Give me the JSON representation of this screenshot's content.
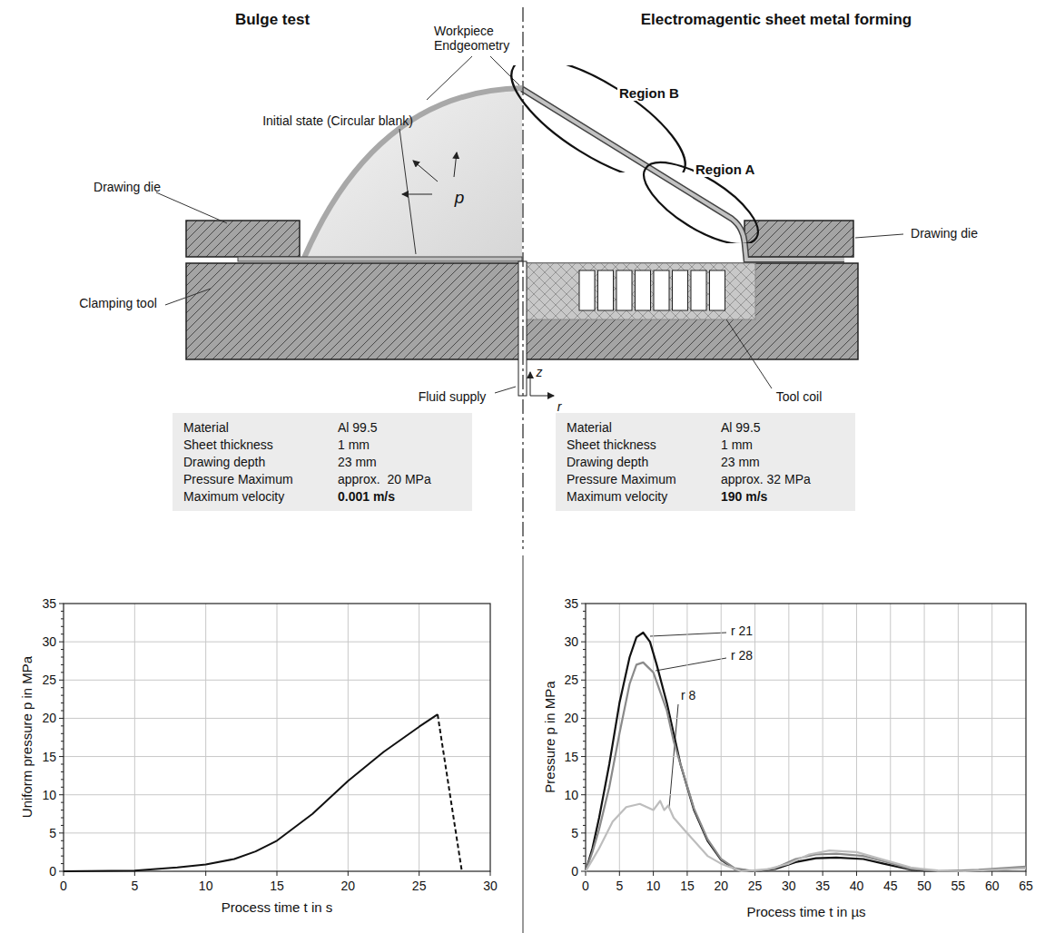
{
  "diagram": {
    "nodes": [
      {
        "text": [
          "Material",
          "Al 99.5",
          "Sheet thickness",
          "1 mm",
          "Drawing depth",
          "23 mm",
          "Pressure Maximum",
          "approx.  20 MPa",
          "Maximum velocity",
          "0.001 m/s"
        ]
      },
      {
        "text": [
          "Material",
          "Al 99.5",
          "Sheet thickness",
          "1 mm",
          "Drawing depth",
          "23 mm",
          "Pressure Maximum",
          "approx. 32 MPa",
          "Maximum velocity",
          "190 m/s"
        ]
      },
      {
        "text": [
          "Region B"
        ]
      },
      {
        "text": [
          "Region A"
        ]
      }
    ],
    "labels": [
      "Bulge test",
      "Electromagentic sheet metal forming",
      "Workpiece Endgeometry",
      "Initial state (Circular blank)",
      "Drawing die",
      "Drawing die",
      "p",
      "Clamping tool",
      "Fluid supply",
      "z",
      "r",
      "Tool coil",
      "Uniform pressure p in MPa",
      "Process time t in s",
      "Pressure p in MPa",
      "Process time t in µs",
      "r 21",
      "r 28",
      "r 8",
      "0",
      "5",
      "10",
      "15",
      "20",
      "25",
      "30",
      "35",
      "0",
      "5",
      "10",
      "15",
      "20",
      "25",
      "30",
      "0",
      "5",
      "10",
      "15",
      "20",
      "25",
      "30",
      "35",
      "0",
      "5",
      "10",
      "15",
      "20",
      "25",
      "30",
      "35",
      "40",
      "45",
      "50",
      "55",
      "60",
      "65"
    ]
  }
}
